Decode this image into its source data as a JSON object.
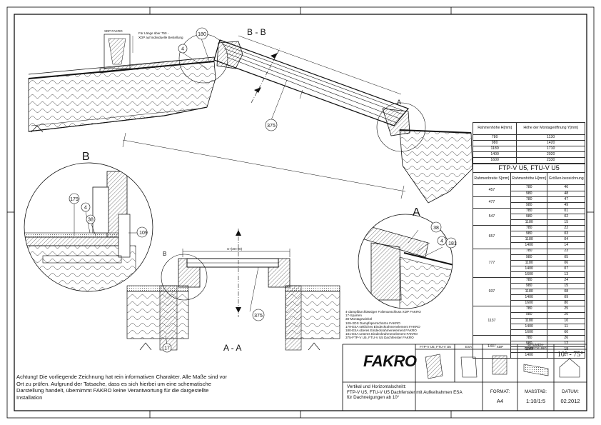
{
  "drawing": {
    "section_bb": "B - B",
    "section_aa": "A - A",
    "detail_b": "B",
    "detail_a": "A",
    "section_marker_a": "A",
    "section_marker_b": "B",
    "xdp_label": "XDP FAKRO",
    "xdp_note_1": "Für Länge über 750 -",
    "xdp_note_2": "XDP auf individuelle Bestellung",
    "tag_180": "180",
    "tag_4": "4",
    "tag_375": "375",
    "tag_179": "179",
    "tag_38": "38",
    "tag_109": "109",
    "tag_181": "181",
    "tag_17": "17",
    "dim_s": "S+(30÷50)"
  },
  "table": {
    "col1_header": "Rahmenhöhe H[mm]",
    "col2_header": "Höhe der Montageöffnung Y[mm]",
    "rows_top": [
      [
        "780",
        "1130"
      ],
      [
        "980",
        "1420"
      ],
      [
        "1180",
        "1710"
      ],
      [
        "1400",
        "2020"
      ],
      [
        "1600",
        "2330"
      ]
    ],
    "model_title": "FTP-V U5, FTU-V U5",
    "h1": "Rahmenbreite S[mm]",
    "h2": "Rahmenhöhe H[mm]",
    "h3": "Größen-bezeichnung",
    "groups": [
      {
        "width": "457",
        "rows": [
          [
            "780",
            "46"
          ],
          [
            "980",
            "48"
          ]
        ]
      },
      {
        "width": "477",
        "rows": [
          [
            "780",
            "47"
          ],
          [
            "980",
            "49"
          ]
        ]
      },
      {
        "width": "547",
        "rows": [
          [
            "780",
            "01"
          ],
          [
            "980",
            "02"
          ],
          [
            "1180",
            "15"
          ]
        ]
      },
      {
        "width": "657",
        "rows": [
          [
            "780",
            "22"
          ],
          [
            "980",
            "03"
          ],
          [
            "1180",
            "04"
          ],
          [
            "1400",
            "14"
          ]
        ]
      },
      {
        "width": "777",
        "rows": [
          [
            "780",
            "23"
          ],
          [
            "980",
            "05"
          ],
          [
            "1180",
            "06"
          ],
          [
            "1400",
            "07"
          ],
          [
            "1600",
            "13"
          ]
        ]
      },
      {
        "width": "937",
        "rows": [
          [
            "780",
            "24"
          ],
          [
            "980",
            "15"
          ],
          [
            "1180",
            "08"
          ],
          [
            "1400",
            "09"
          ],
          [
            "1600",
            "80"
          ]
        ]
      },
      {
        "width": "1137",
        "rows": [
          [
            "780",
            "25"
          ],
          [
            "980",
            "20"
          ],
          [
            "1180",
            "10"
          ],
          [
            "1400",
            "11"
          ],
          [
            "1600",
            "60"
          ]
        ]
      },
      {
        "width": "1337",
        "rows": [
          [
            "780",
            "26"
          ],
          [
            "980",
            "12"
          ],
          [
            "1180",
            "18"
          ],
          [
            "1400",
            "17"
          ]
        ]
      }
    ]
  },
  "legend": [
    "4-dampfdurchlässiger Folienanschluss XDP FAKRO",
    "17-Sparren",
    "38-Montagewinkel",
    "109-XDS Dampfsperrschürze FAKRO",
    "179-ESA seitliches Eindeckrahmenelement FAKRO",
    "180-ESA oberes Eindeckrahmenelement FAKRO",
    "181-ESA unteres Eindeckrahmenelement FAKRO",
    "375-FTP-V U5, FTU-V U5 Dachfenster FAKRO"
  ],
  "title_block": {
    "logo": "FAKRO",
    "prod1": "FTP-V U5, FTU-V U5",
    "prod2": "ESA",
    "prod3": "XDP",
    "prod4": "BITUMEN-EINDECKUNG",
    "angle": "10° - 75°",
    "desc_1": "Vertikal und Horizontalschnitt:",
    "desc_2": "FTP-V U5, FTU-V U5 Dachfenster mit Aufkeilrahmen ESA",
    "desc_3": "für Dachneigungen ab 10°",
    "format_label": "FORMAT:",
    "format_value": "A4",
    "scale_label": "MAßSTAB:",
    "scale_value": "1:10/1:5",
    "date_label": "DATUM:",
    "date_value": "02.2012"
  },
  "disclaimer": "Achtung! Die vorliegende Zeichnung hat rein informativen Charakter. Alle Maße sind vor Ort zu prüfen. Aufgrund der Tatsache, dass es sich hierbei um eine schematische Darstellung handelt, übernimmt FAKRO keine Verantwortung für die dargestellte Installation"
}
